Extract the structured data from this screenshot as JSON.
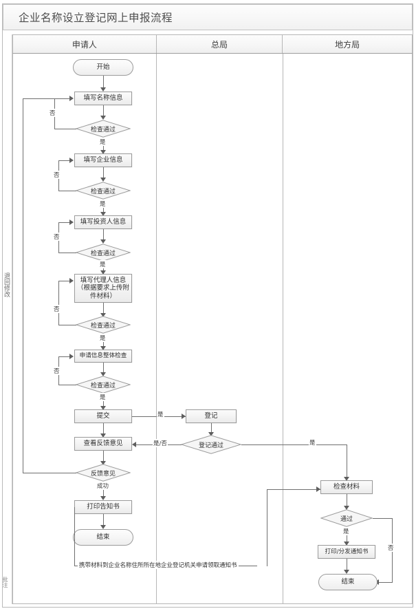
{
  "window": {
    "title": "企业名称设立登记网上申报流程"
  },
  "lanes": [
    {
      "id": "applicant",
      "label": "申请人"
    },
    {
      "id": "head_bureau",
      "label": "总局"
    },
    {
      "id": "local_bureau",
      "label": "地方局"
    }
  ],
  "side_labels": {
    "return_for_revision": "退回修改",
    "corner": "批注"
  },
  "nodes": {
    "start": "开始",
    "fill_name": "填写名称信息",
    "check1": "检查通过",
    "fill_company": "填写企业信息",
    "check2": "检查通过",
    "fill_investor": "填写投资人信息",
    "check3": "检查通过",
    "fill_agent": "填写代理人信息（根据要求上传附件材料）",
    "check4": "检查通过",
    "overall_check": "申请信息整体检查",
    "check5": "检查通过",
    "submit": "提交",
    "view_feedback": "查看反馈意见",
    "feedback_decision": "反馈意见",
    "print_notice": "打印告知书",
    "end_applicant": "结束",
    "register": "登记",
    "register_pass": "登记通过",
    "check_materials": "检查材料",
    "pass": "通过",
    "print_distribute": "打印/分发通知书",
    "end_local": "结束"
  },
  "edge_labels": {
    "no1": "否",
    "yes1": "是",
    "no2": "否",
    "yes2": "是",
    "no3": "否",
    "yes3": "是",
    "no4": "否",
    "yes4": "是",
    "no5": "否",
    "yes5": "是",
    "submit_yes": "是",
    "register_no": "是/否",
    "register_yes": "是",
    "feedback_success": "成功",
    "pass_yes": "是",
    "pass_no": "否"
  },
  "annotations": {
    "pickup_notice": "携带材料到企业名称住所所在地企业登记机关申请领取通知书"
  },
  "colors": {
    "node_border": "#9a9a9a",
    "connector": "#6e6e6e",
    "frame": "#b6b6b6",
    "text": "#2f2f2f"
  }
}
